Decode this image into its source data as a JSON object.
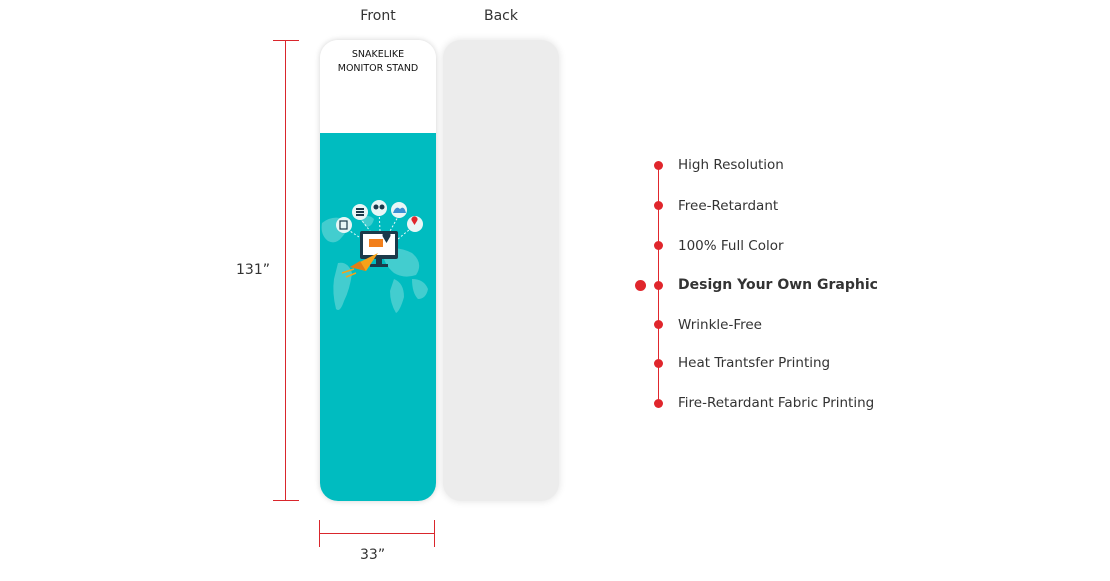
{
  "labels": {
    "front": "Front",
    "back": "Back",
    "height": "131”",
    "width": "33”"
  },
  "banner": {
    "title_line1": "SNAKELIKE",
    "title_line2": "MONITOR STAND"
  },
  "features": [
    {
      "label": "High Resolution",
      "active": false
    },
    {
      "label": "Free-Retardant",
      "active": false
    },
    {
      "label": "100% Full Color",
      "active": false
    },
    {
      "label": "Design Your Own Graphic",
      "active": true
    },
    {
      "label": "Wrinkle-Free",
      "active": false
    },
    {
      "label": "Heat Trantsfer Printing",
      "active": false
    },
    {
      "label": "Fire-Retardant Fabric Printing",
      "active": false
    }
  ],
  "colors": {
    "accent": "#e0262c",
    "banner_teal": "#00bcc0",
    "back_panel": "#ececec"
  }
}
